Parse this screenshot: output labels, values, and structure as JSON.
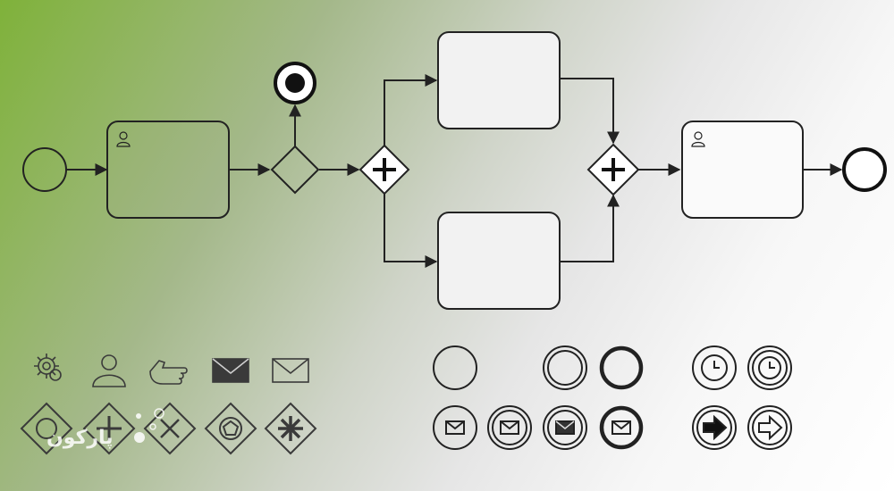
{
  "diagram": {
    "colors": {
      "stroke": "#222222",
      "stroke_bold": "#111111",
      "task_fill_dark": "rgba(160,175,140,0.15)",
      "task_fill_light": "#f2f2f2",
      "watermark": "#ffffff"
    },
    "flow": {
      "start_event": "start-event",
      "user_task_1": "user-task",
      "exclusive_gateway": "exclusive-gateway",
      "terminate_end_event": "terminate-end-event",
      "parallel_split": "parallel-gateway",
      "task_upper": "task",
      "task_lower": "task",
      "parallel_join": "parallel-gateway",
      "user_task_2": "user-task",
      "end_event": "end-event"
    },
    "legend_task_icons": [
      "gear-icon",
      "user-icon",
      "hand-icon",
      "filled-envelope-icon",
      "envelope-icon"
    ],
    "legend_gateways": [
      "exclusive-gateway-circle",
      "parallel-gateway-plus",
      "exclusive-gateway-x",
      "complex-gateway-pentagon",
      "complex-gateway-asterisk"
    ],
    "legend_events_row1": [
      "start-event",
      "intermediate-event",
      "end-event",
      "timer-event",
      "timer-event-double"
    ],
    "legend_events_row2": [
      "message-start-event",
      "message-intermediate-event",
      "message-throw-event",
      "message-end-event",
      "signal-arrow-filled-event",
      "signal-arrow-outline-event"
    ]
  },
  "watermark": {
    "text": "پارکون",
    "logo_icon": "dots-logo-icon"
  }
}
